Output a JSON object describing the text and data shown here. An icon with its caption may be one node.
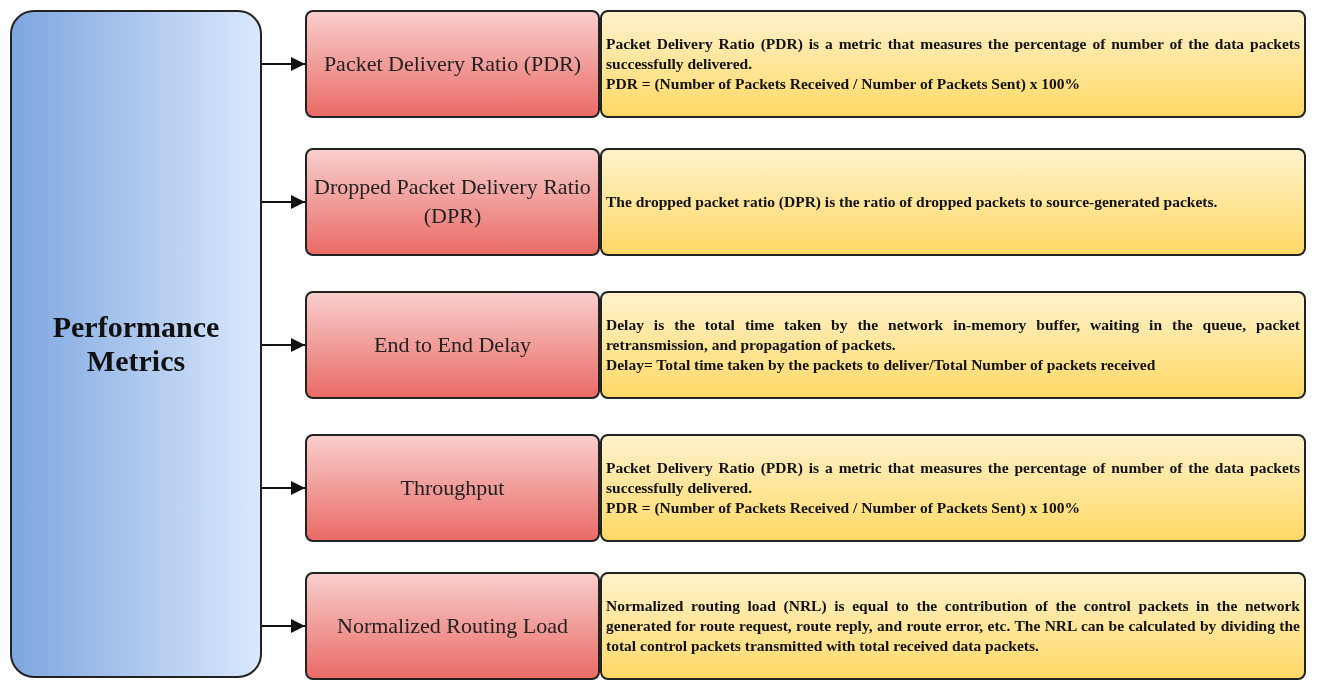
{
  "diagram": {
    "nodes": [
      {
        "text": [
          "Performance Metrics"
        ]
      },
      {
        "text": [
          "Packet Delivery Ratio (PDR)"
        ]
      },
      {
        "text": [
          "Dropped Packet Delivery Ratio (DPR)"
        ]
      },
      {
        "text": [
          "End to End Delay"
        ]
      },
      {
        "text": [
          "Throughput"
        ]
      },
      {
        "text": [
          "Normalized Routing Load"
        ]
      },
      {
        "text": [
          "Packet Delivery Ratio (PDR) is a metric that measures the percentage of number of the data packets successfully delivered.",
          "PDR = (Number of Packets Received / Number of Packets Sent) x 100%"
        ]
      },
      {
        "text": [
          "The dropped packet ratio (DPR) is the ratio of dropped packets to source-generated packets."
        ]
      },
      {
        "text": [
          "Delay is the total time taken by the network in-memory buffer, waiting in the queue, packet retransmission, and propagation of packets.",
          "Delay= Total time taken by the packets to deliver/Total Number of packets received"
        ]
      },
      {
        "text": [
          "Packet Delivery Ratio (PDR) is a metric that measures the percentage of number of the data packets successfully delivered.",
          "PDR = (Number of Packets Received / Number of Packets Sent) x 100%"
        ]
      },
      {
        "text": [
          "Normalized routing load (NRL) is equal to the contribution of the control packets in the network generated for route request, route reply, and route error, etc. The NRL can be calculated by dividing the total control packets transmitted with total received data packets."
        ]
      }
    ],
    "edges": [
      {
        "from": 0,
        "to": 1,
        "arrow": "to"
      },
      {
        "from": 0,
        "to": 2,
        "arrow": "to"
      },
      {
        "from": 0,
        "to": 3,
        "arrow": "to"
      },
      {
        "from": 0,
        "to": 4,
        "arrow": "to"
      },
      {
        "from": 0,
        "to": 5,
        "arrow": "to"
      }
    ]
  }
}
